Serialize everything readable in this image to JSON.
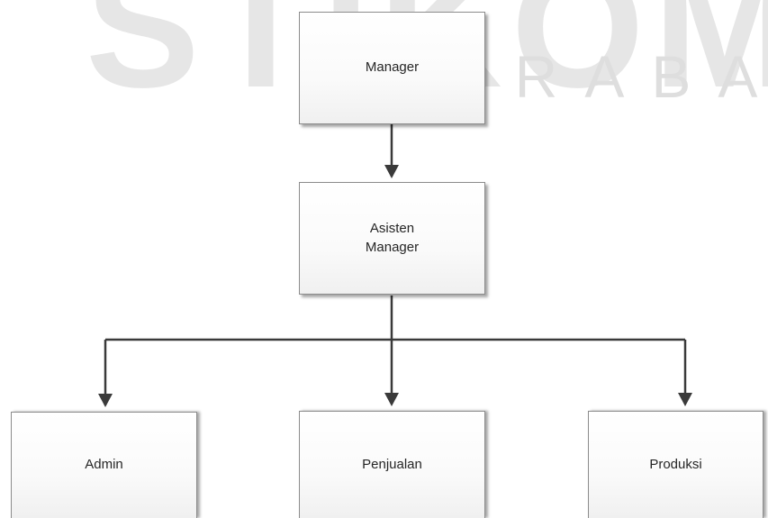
{
  "watermark": {
    "line1": "STIKOM",
    "line2": "SURABAYA"
  },
  "nodes": {
    "manager": "Manager",
    "asisten_manager": "Asisten\nManager",
    "admin": "Admin",
    "penjualan": "Penjualan",
    "produksi": "Produksi"
  },
  "colors": {
    "connector": "#3a3a3a",
    "box_border": "#8c8c8c",
    "text": "#262626",
    "watermark": "#e6e6e6"
  }
}
